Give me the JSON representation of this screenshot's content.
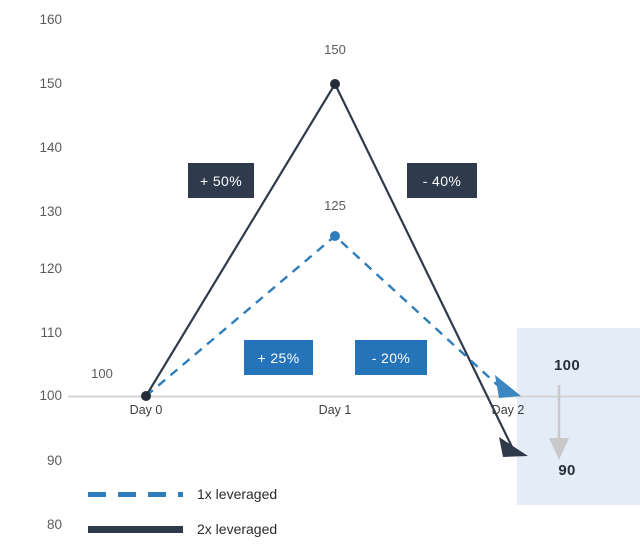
{
  "chart_data": {
    "type": "line",
    "title": "",
    "xlabel": "",
    "ylabel": "",
    "categories": [
      "Day 0",
      "Day 1",
      "Day 2"
    ],
    "ylim": [
      80,
      160
    ],
    "yticks": [
      160,
      150,
      140,
      130,
      120,
      110,
      100,
      90,
      80
    ],
    "grid": false,
    "baseline": 100,
    "legend_position": "bottom-left",
    "series": [
      {
        "name": "1x leveraged",
        "values": [
          100,
          125,
          100
        ],
        "color": "#2e7ebb",
        "style": "dashed",
        "changes": [
          "+ 25%",
          "- 20%"
        ]
      },
      {
        "name": "2x leveraged",
        "values": [
          100,
          150,
          90
        ],
        "color": "#2e3a4a",
        "style": "solid",
        "changes": [
          "+ 50%",
          "- 40%"
        ]
      }
    ],
    "point_labels": [
      {
        "text": "100",
        "series": "both",
        "category": "Day 0"
      },
      {
        "text": "150",
        "series": "2x leveraged",
        "category": "Day 1"
      },
      {
        "text": "125",
        "series": "1x leveraged",
        "category": "Day 1"
      }
    ],
    "annotations": [
      {
        "text": "+ 50%",
        "kind": "dark-badge",
        "series": "2x leveraged"
      },
      {
        "text": "- 40%",
        "kind": "dark-badge",
        "series": "2x leveraged"
      },
      {
        "text": "+ 25%",
        "kind": "blue-badge",
        "series": "1x leveraged"
      },
      {
        "text": "- 20%",
        "kind": "blue-badge",
        "series": "1x leveraged"
      }
    ],
    "highlight": {
      "top_value": "100",
      "bottom_value": "90",
      "arrow": "down"
    }
  },
  "axis": {
    "y": {
      "t160": "160",
      "t150": "150",
      "t140": "140",
      "t130": "130",
      "t120": "120",
      "t110": "110",
      "t100": "100",
      "t90": "90",
      "t80": "80"
    },
    "x": {
      "day0": "Day 0",
      "day1": "Day 1",
      "day2": "Day 2"
    }
  },
  "labels": {
    "start_value": "100",
    "peak_2x": "150",
    "peak_1x": "125"
  },
  "badges": {
    "up_2x": "+ 50%",
    "down_2x": "- 40%",
    "up_1x": "+ 25%",
    "down_1x": "- 20%"
  },
  "highlight": {
    "top_value": "100",
    "bottom_value": "90"
  },
  "legend": {
    "series1": "1x leveraged",
    "series2": "2x leveraged"
  },
  "colors": {
    "blue": "#2573b8",
    "blue_line": "#2e7ebb",
    "navy": "#2f3b4d",
    "navy_line": "#2e3a4a",
    "highlight_bg": "#e4edf7",
    "axis_line": "#d4d4d4",
    "arrow_gray": "#bdbdbd"
  }
}
